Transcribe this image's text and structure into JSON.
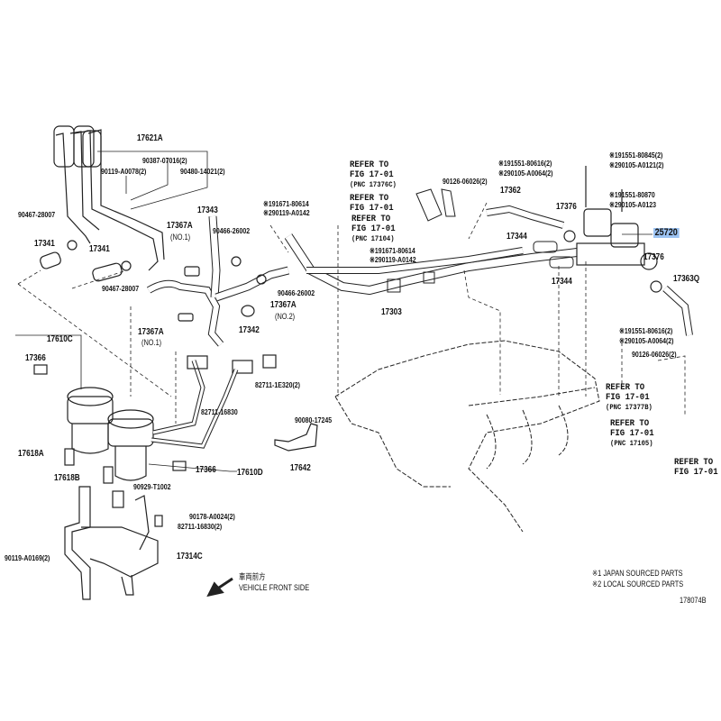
{
  "diagram_id": "178074B",
  "highlight_color": "#9cc3f2",
  "labels": [
    "17621A",
    "90387-07016(2)",
    "90119-A0078(2)",
    "90480-14021(2)",
    "90467-28007",
    "17341",
    "17341",
    "90467-28007",
    "17343",
    "17367A",
    "(NO.1)",
    "90466-26002",
    "※191671-80614",
    "※290119-A0142",
    "90466-26002",
    "17367A",
    "(NO.2)",
    "17367A",
    "(NO.1)",
    "17342",
    "17610C",
    "17366",
    "82711-1E320(2)",
    "82711-16830",
    "90080-17245",
    "17642",
    "17618A",
    "17366",
    "17610D",
    "17618B",
    "90929-T1002",
    "90178-A0024(2)",
    "82711-16830(2)",
    "90119-A0169(2)",
    "17314C",
    "90126-06026(2)",
    "※191551-80616(2)",
    "※290105-A0064(2)",
    "17362",
    "17376",
    "※191551-80845(2)",
    "※290105-A0121(2)",
    "※191551-80870",
    "※290105-A0123",
    "25720",
    "17344",
    "※191671-80614",
    "※290119-A0142",
    "17376",
    "17363Q",
    "17344",
    "17303",
    "※191551-80616(2)",
    "※290105-A0064(2)",
    "90126-06026(2)"
  ],
  "refer": [
    {
      "line1": "REFER TO",
      "line2": "FIG 17-01",
      "pnc": "(PNC 17376C)"
    },
    {
      "line1": "REFER TO",
      "line2": "FIG 17-01"
    },
    {
      "line1": "REFER TO",
      "line2": "FIG 17-01",
      "pnc": "(PNC 17104)"
    },
    {
      "line1": "REFER TO",
      "line2": "FIG 17-01",
      "pnc": "(PNC 17377B)"
    },
    {
      "line1": "REFER TO",
      "line2": "FIG 17-01",
      "pnc": "(PNC 17105)"
    },
    {
      "line1": "REFER TO",
      "line2": "FIG 17-01"
    }
  ],
  "direction": {
    "jp": "車両前方",
    "en": "VEHICLE FRONT SIDE"
  },
  "legend": [
    "※1 JAPAN SOURCED PARTS",
    "※2 LOCAL SOURCED PARTS"
  ]
}
